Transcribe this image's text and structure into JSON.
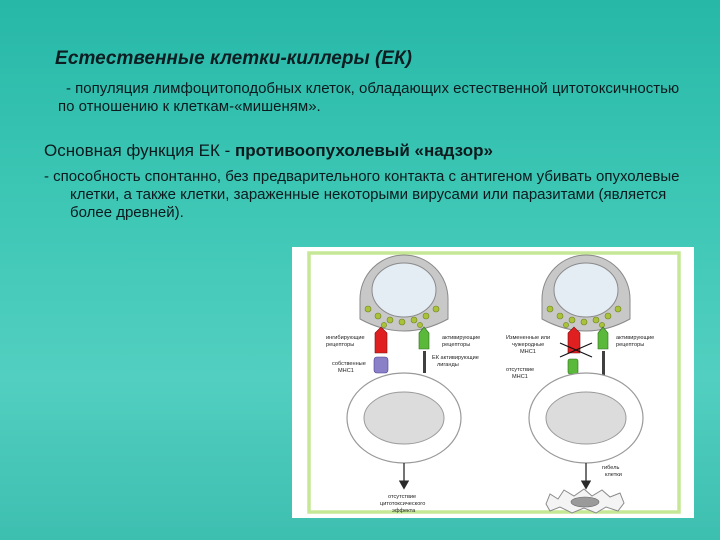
{
  "slide": {
    "title": "Естественные клетки-киллеры (ЕК)",
    "definition": "- популяция лимфоцитоподобных клеток, обладающих естественной цитотоксичностью по отношению к клеткам-«мишеням».",
    "function_prefix": "Основная функция ЕК - ",
    "function_bold": "противоопухолевый «надзор»",
    "description": "- способность спонтанно, без предварительного контакта с антигеном убивать опухолевые клетки, а также клетки, зараженные некоторыми вирусами или паразитами (является более древней)."
  },
  "diagram": {
    "colors": {
      "frame": "#c6e896",
      "cell": "#c8c8c8",
      "nucleus": "#e4ecf4",
      "granule": "#a9c23a",
      "inhibitory_receptor": "#e02020",
      "activating_receptor": "#5ab83a",
      "mhc": "#8a80c8"
    },
    "left": {
      "inhibitory_receptors": [
        "ингибирующие",
        "рецепторы"
      ],
      "activating_receptors": [
        "активирующие",
        "рецепторы"
      ],
      "own_mhc": [
        "собственные",
        "МНС1"
      ],
      "activating_ligands": [
        "ЕК активирующие",
        "лиганды"
      ],
      "outcome": [
        "отсутствие",
        "цитотоксического",
        "эффекта"
      ]
    },
    "right": {
      "activating_receptors": [
        "активирующие",
        "рецепторы"
      ],
      "altered_mhc": [
        "Измененные или",
        "чужеродные",
        "МНС1"
      ],
      "absent_mhc": [
        "отсутствие",
        "МНС1"
      ],
      "outcome": [
        "гибель",
        "клетки"
      ]
    }
  }
}
